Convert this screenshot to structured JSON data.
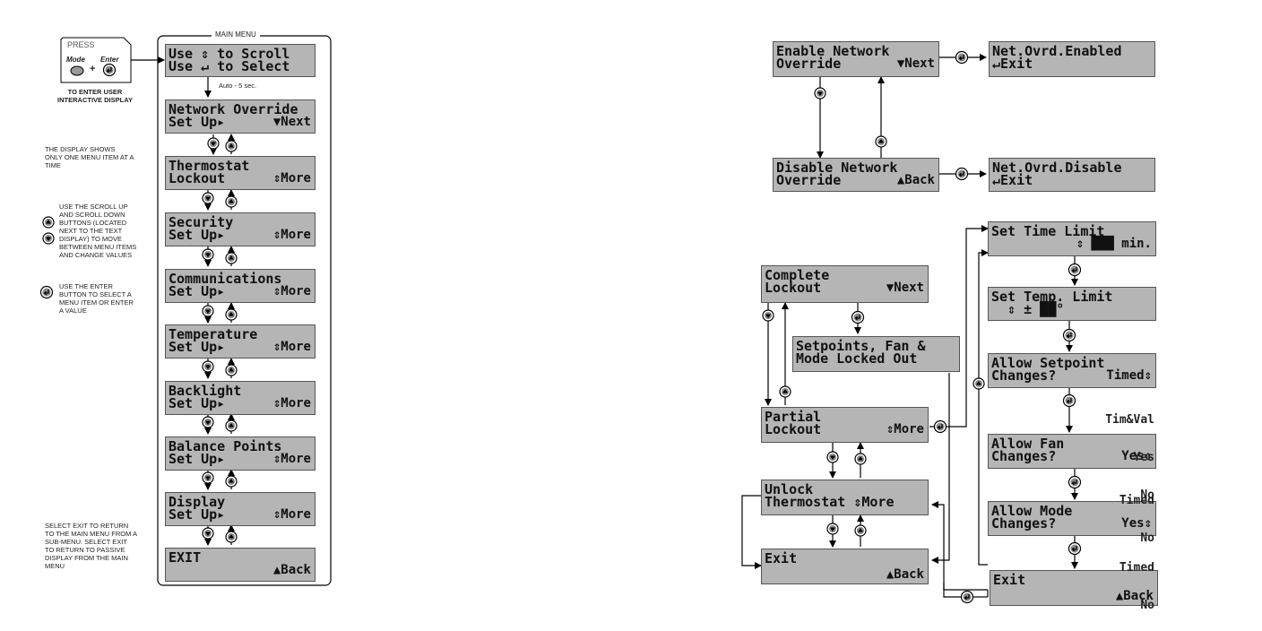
{
  "left": {
    "press_box": {
      "press_label": "PRESS",
      "mode_label": "Mode",
      "enter_label": "Enter",
      "plus": "+"
    },
    "enter_caption": "TO ENTER USER INTERACTIVE DISPLAY",
    "main_menu_title": "MAIN MENU",
    "auto_label": "Auto - 5 sec.",
    "notes": [
      "THE DISPLAY SHOWS ONLY ONE MENU ITEM AT A TIME",
      "USE THE SCROLL UP AND SCROLL DOWN BUTTONS (LOCATED NEXT TO THE TEXT DISPLAY) TO MOVE BETWEEN MENU ITEMS AND CHANGE VALUES",
      "USE THE ENTER BUTTON TO SELECT A MENU ITEM OR ENTER A VALUE",
      "SELECT EXIT TO RETURN TO THE MAIN MENU FROM A SUB-MENU. SELECT EXIT TO RETURN TO PASSIVE DISPLAY FROM THE MAIN MENU"
    ],
    "screens": [
      {
        "line1": "Use ⇕ to Scroll",
        "line2": "Use ↵ to Select",
        "right": ""
      },
      {
        "line1": "Network Override",
        "line2": "Set Up▸",
        "right": "▼Next"
      },
      {
        "line1": "Thermostat",
        "line2": "Lockout",
        "right": "⇕More"
      },
      {
        "line1": "Security",
        "line2": "Set Up▸",
        "right": "⇕More"
      },
      {
        "line1": "Communications",
        "line2": "Set Up▸",
        "right": "⇕More"
      },
      {
        "line1": "Temperature",
        "line2": "Set Up▸",
        "right": "⇕More"
      },
      {
        "line1": "Backlight",
        "line2": "Set Up▸",
        "right": "⇕More"
      },
      {
        "line1": "Balance Points",
        "line2": "Set Up▸",
        "right": "⇕More"
      },
      {
        "line1": "Display",
        "line2": "Set Up▸",
        "right": "⇕More"
      },
      {
        "line1": "EXIT",
        "line2": "",
        "right": "▲Back"
      }
    ]
  },
  "right": {
    "network": [
      {
        "line1": "Enable Network",
        "line2": "Override",
        "right": "▼Next"
      },
      {
        "line1": "Net.Ovrd.Enabled",
        "line2": "↵Exit",
        "right": ""
      },
      {
        "line1": "Disable Network",
        "line2": "Override",
        "right": "▲Back"
      },
      {
        "line1": "Net.Ovrd.Disable",
        "line2": "↵Exit",
        "right": ""
      }
    ],
    "lockout": [
      {
        "line1": "Complete",
        "line2": "Lockout",
        "right": "▼Next"
      },
      {
        "line1": "Setpoints, Fan &",
        "line2": "Mode Locked Out",
        "right": ""
      },
      {
        "line1": "Partial",
        "line2": "Lockout",
        "right": "⇕More"
      },
      {
        "line1": "Unlock",
        "line2": "Thermostat ⇕More",
        "right": ""
      },
      {
        "line1": "Exit",
        "line2": "",
        "right": "▲Back"
      }
    ],
    "partial": [
      {
        "line1": "Set Time Limit",
        "line2": "",
        "right": "⇕ ███ min."
      },
      {
        "line1": "Set Temp. Limit",
        "line2": "  ⇕ ± ██°",
        "right": ""
      },
      {
        "line1": "Allow Setpoint",
        "line2": "Changes?",
        "right": "Timed⇕"
      },
      {
        "line1": "Allow Fan",
        "line2": "Changes?",
        "right": "Yes⇕"
      },
      {
        "line1": "Allow Mode",
        "line2": "Changes?",
        "right": "Yes⇕"
      },
      {
        "line1": "Exit",
        "line2": "",
        "right": "▲Back"
      }
    ],
    "options": [
      {
        "values": [
          "Tim&Val",
          "Yes",
          "No"
        ]
      },
      {
        "values": [
          "Timed",
          "No"
        ]
      },
      {
        "values": [
          "Timed",
          "No"
        ]
      }
    ]
  }
}
